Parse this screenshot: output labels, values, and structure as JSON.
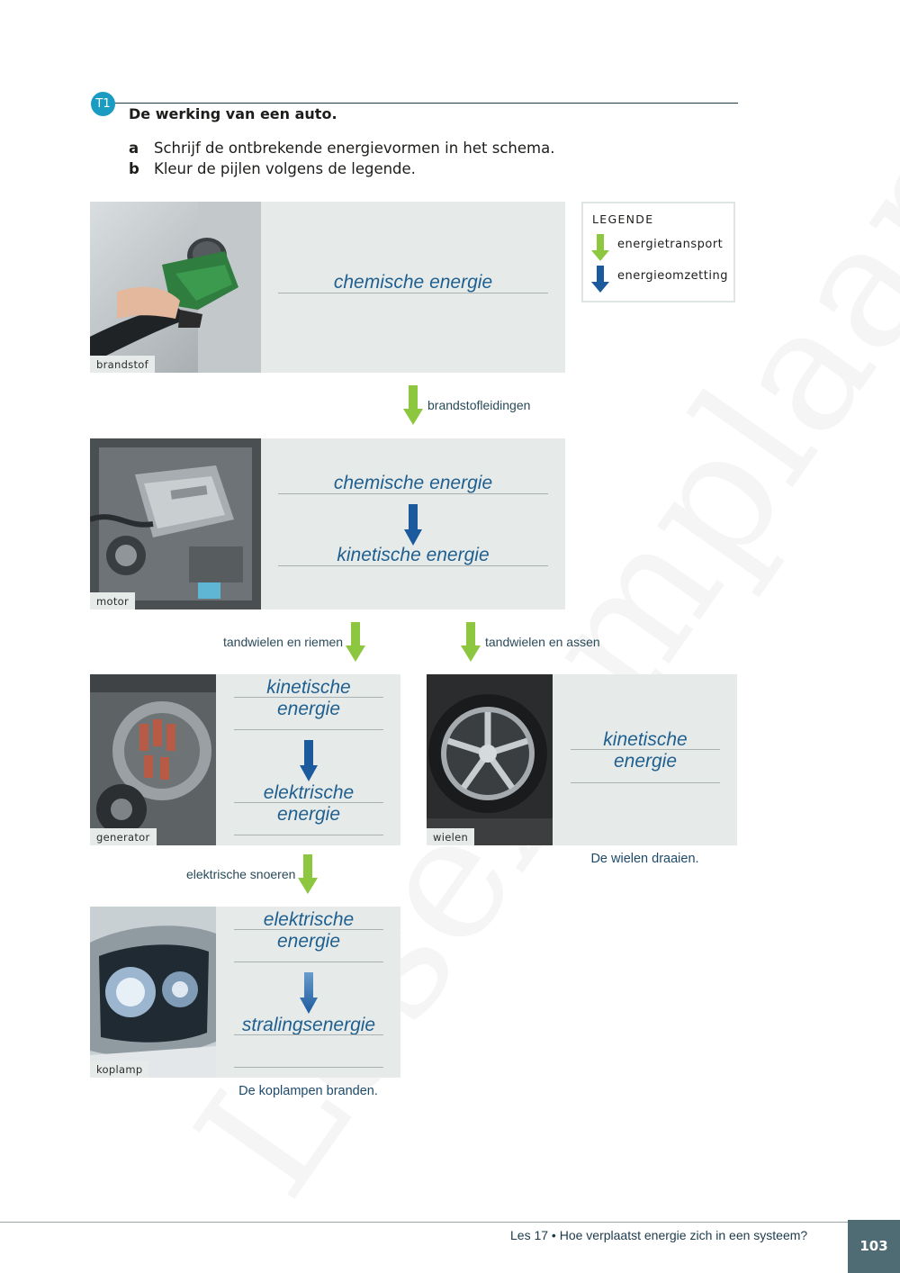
{
  "exercise": {
    "badge": "T1",
    "title": "De werking van een auto.",
    "tasks": [
      {
        "letter": "a",
        "text": "Schrijf de ontbrekende energievormen in het schema."
      },
      {
        "letter": "b",
        "text": "Kleur de pijlen volgens de legende."
      }
    ]
  },
  "legend": {
    "title": "LEGENDE",
    "items": [
      {
        "label": "energietransport",
        "color": "#8dc63f"
      },
      {
        "label": "energieomzetting",
        "color": "#1c5a9e"
      }
    ]
  },
  "blocks": {
    "brandstof": {
      "photo_label": "brandstof",
      "answer1": "chemische energie"
    },
    "motor": {
      "photo_label": "motor",
      "answer1": "chemische energie",
      "answer2": "kinetische energie"
    },
    "generator": {
      "photo_label": "generator",
      "answer1": "kinetische energie",
      "answer2": "elektrische energie"
    },
    "wielen": {
      "photo_label": "wielen",
      "answer1": "kinetische energie",
      "caption": "De wielen draaien."
    },
    "koplamp": {
      "photo_label": "koplamp",
      "answer1": "elektrische energie",
      "answer2": "stralingsenergie",
      "caption": "De koplampen branden."
    }
  },
  "arrows": {
    "brandstofleidingen": "brandstofleidingen",
    "tandwielen_riemen": "tandwielen en riemen",
    "tandwielen_assen": "tandwielen en assen",
    "elektrische_snoeren": "elektrische snoeren"
  },
  "footer": {
    "text": "Les 17 • Hoe verplaatst energie zich in een systeem?",
    "page": "103"
  },
  "watermark": "Lesexemplaar",
  "colors": {
    "transport": "#8dc63f",
    "omzetting": "#1c5a9e",
    "answer": "#1f5f8f"
  }
}
